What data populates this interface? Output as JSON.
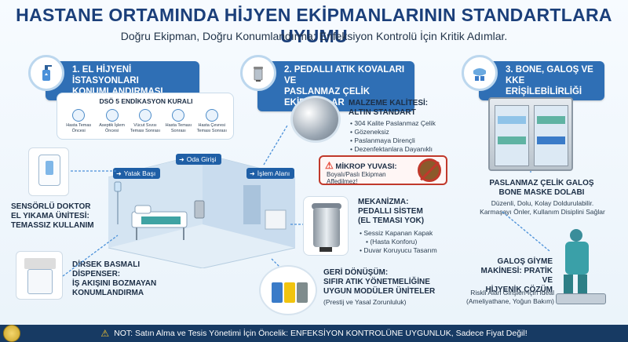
{
  "header": {
    "title": "HASTANE ORTAMINDA HİJYEN EKİPMANLARININ STANDARTLARA UYUMU",
    "subtitle": "Doğru Ekipman, Doğru Konumlandırma: Enfeksiyon Kontrolü İçin Kritik Adımlar."
  },
  "sections": {
    "s1": {
      "title_line1": "1. EL HİJYENİ İSTASYONLARI",
      "title_line2": "KONUMLANDIRMASI"
    },
    "s2": {
      "title_line1": "2. PEDALLI ATIK KOVALARI VE",
      "title_line2": "PASLANMAZ ÇELİK EKİPMANLAR"
    },
    "s3": {
      "title_line1": "3. BONE, GALOŞ VE KKE",
      "title_line2": "ERİŞİLEBİLİRLİĞİ"
    }
  },
  "who": {
    "title": "DSÖ 5 ENDİKASYON KURALI",
    "items": [
      {
        "line1": "Hasta Temas",
        "line2": "Öncesi"
      },
      {
        "line1": "Aseptik İşlem",
        "line2": "Öncesi"
      },
      {
        "line1": "Vücut Sıvısı",
        "line2": "Teması Sonrası"
      },
      {
        "line1": "Hasta Teması",
        "line2": "Sonrası"
      },
      {
        "line1": "Hasta Çevresi",
        "line2": "Teması Sonrası"
      }
    ]
  },
  "sensor": {
    "line1": "SENSÖRLÜ DOKTOR",
    "line2": "EL YIKAMA ÜNİTESİ:",
    "line3": "TEMASSIZ KULLANIM"
  },
  "elbow": {
    "line1": "DİRSEK BASMALI",
    "line2": "DİSPENSER:",
    "line3": "İŞ AKIŞINI BOZMAYAN",
    "line4": "KONUMLANDIRMA"
  },
  "room_tags": {
    "bed": "Yatak Başı",
    "entry": "Oda Girişi",
    "work": "İşlem Alanı"
  },
  "material": {
    "title1": "MALZEME KALİTESİ:",
    "title2": "ALTIN STANDART",
    "bullets": [
      "304 Kalite Paslanmaz Çelik",
      "Gözeneksiz",
      "Paslanmaya Dirençli",
      "Dezenfektanlara Dayanıklı"
    ]
  },
  "micro": {
    "title": "MİKROP YUVASI:",
    "line1": "Boyalı/Paslı Ekipman",
    "line2": "Affedilmez!"
  },
  "mechanism": {
    "title1": "MEKANİZMA:",
    "title2": "PEDALLI SİSTEM",
    "title3": "(EL TEMASI YOK)",
    "bullets": [
      "Sessiz Kapanan Kapak",
      "Duvar Koruyucu Tasarım"
    ],
    "note": "(Hasta Konforu)"
  },
  "recycle": {
    "line1": "GERİ DÖNÜŞÜM:",
    "line2": "SIFIR ATIK YÖNETMELİĞİNE",
    "line3": "UYGUN MODÜLER ÜNİTELER",
    "line4": "(Prestij ve Yasal Zorunluluk)"
  },
  "cabinet": {
    "line1": "PASLANMAZ ÇELİK GALOŞ",
    "line2": "BONE MASKE DOLABI",
    "line3": "Düzenli, Dolu, Kolay Doldurulabilir.",
    "line4": "Karmaşayı Önler, Kullanım Disiplini Sağlar"
  },
  "galosh": {
    "line1": "GALOŞ GİYME",
    "line2": "MAKİNESİ: PRATİK VE",
    "line3": "HİJYENİK ÇÖZÜM",
    "line4": "Riskli Alan Girişleri İçin İdeal",
    "line5": "(Ameliyathane, Yoğun Bakım)"
  },
  "footer": {
    "text": "NOT: Satın Alma ve Tesis Yönetimi İçin Öncelik: ENFEKSİYON KONTROLÜNE UYGUNLUK, Sadece Fiyat Değil!"
  },
  "colors": {
    "primary": "#2f6fb5",
    "dark": "#1b3f7a",
    "footer": "#173a63",
    "warning": "#f4c430",
    "danger": "#c0392b"
  }
}
